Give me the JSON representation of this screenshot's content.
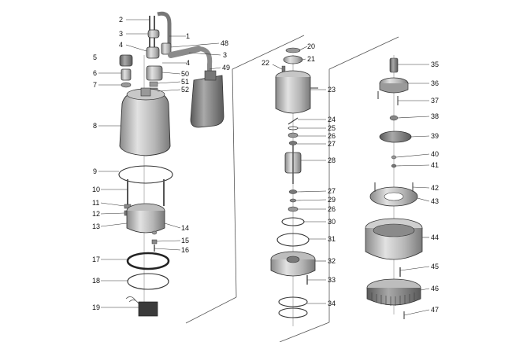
{
  "figure": {
    "labels": {
      "1": "1",
      "2": "2",
      "3": "3",
      "4": "4",
      "5": "5",
      "6": "6",
      "7": "7",
      "8": "8",
      "9": "9",
      "10": "10",
      "11": "11",
      "12": "12",
      "13": "13",
      "14": "14",
      "15": "15",
      "16": "16",
      "17": "17",
      "18": "18",
      "19": "19",
      "20": "20",
      "21": "21",
      "22": "22",
      "23": "23",
      "24": "24",
      "25": "25",
      "26": "26",
      "27": "27",
      "28": "28",
      "29": "29",
      "30": "30",
      "31": "31",
      "32": "32",
      "33": "33",
      "34": "34",
      "35": "35",
      "36": "36",
      "37": "37",
      "38": "38",
      "39": "39",
      "40": "40",
      "41": "41",
      "42": "42",
      "43": "43",
      "44": "44",
      "45": "45",
      "46": "46",
      "47": "47",
      "48": "48",
      "49": "49",
      "50": "50",
      "51": "51",
      "52": "52"
    },
    "colors": {
      "outline": "#333333",
      "metal_light": "#d4d4d4",
      "metal_mid": "#a8a8a8",
      "metal_dark": "#6e6e6e",
      "float_body": "#8c8c8c"
    }
  }
}
